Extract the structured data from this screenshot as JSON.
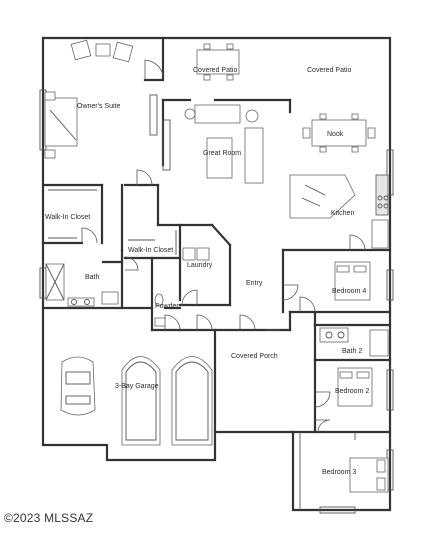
{
  "rooms": [
    {
      "key": "covered-patio-1",
      "label": "Covered Patio"
    },
    {
      "key": "covered-patio-2",
      "label": "Covered Patio"
    },
    {
      "key": "owners-suite",
      "label": "Owner's Suite"
    },
    {
      "key": "great-room",
      "label": "Great Room"
    },
    {
      "key": "nook",
      "label": "Nook"
    },
    {
      "key": "walk-in-closet-1",
      "label": "Walk-In Closet"
    },
    {
      "key": "kitchen",
      "label": "Kitchen"
    },
    {
      "key": "walk-in-closet-2",
      "label": "Walk-In Closet"
    },
    {
      "key": "laundry",
      "label": "Laundry"
    },
    {
      "key": "bath",
      "label": "Bath"
    },
    {
      "key": "entry",
      "label": "Entry"
    },
    {
      "key": "bedroom-4",
      "label": "Bedroom 4"
    },
    {
      "key": "powder",
      "label": "Powder"
    },
    {
      "key": "covered-porch",
      "label": "Covered Porch"
    },
    {
      "key": "bath-2",
      "label": "Bath 2"
    },
    {
      "key": "garage",
      "label": "3-Bay Garage"
    },
    {
      "key": "bedroom-2",
      "label": "Bedroom 2"
    },
    {
      "key": "bedroom-3",
      "label": "Bedroom 3"
    }
  ],
  "copyright": "©2023 MLSSAZ",
  "colors": {
    "wall": "#333333",
    "line": "#555555",
    "fill": "#e6e6e6",
    "background": "#ffffff"
  }
}
